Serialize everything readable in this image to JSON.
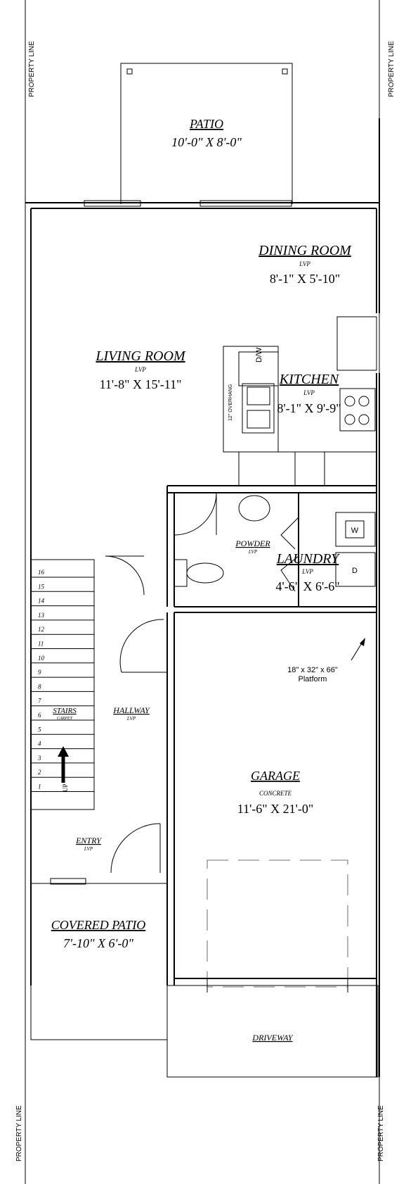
{
  "property_line_label": "PROPERTY LINE",
  "rooms": {
    "patio": {
      "name": "PATIO",
      "dims": "10'-0\" X 8'-0\""
    },
    "dining_room": {
      "name": "DINING ROOM",
      "floor": "LVP",
      "dims": "8'-1\" X 5'-10\""
    },
    "living_room": {
      "name": "LIVING ROOM",
      "floor": "LVP",
      "dims": "11'-8\" X 15'-11\""
    },
    "kitchen": {
      "name": "KITCHEN",
      "floor": "LVP",
      "dims": "8'-1\" X 9'-9\""
    },
    "powder": {
      "name": "POWDER",
      "floor": "LVP"
    },
    "laundry": {
      "name": "LAUNDRY",
      "floor": "LVP",
      "dims": "4'-6\" X 6'-6\""
    },
    "stairs": {
      "name": "STAIRS",
      "floor": "CARPET",
      "up": "UP"
    },
    "hallway": {
      "name": "HALLWAY",
      "floor": "LVP"
    },
    "entry": {
      "name": "ENTRY",
      "floor": "LVP"
    },
    "garage": {
      "name": "GARAGE",
      "floor": "CONCRETE",
      "dims": "11'-6\" X 21'-0\""
    },
    "covered_patio": {
      "name": "COVERED PATIO",
      "dims": "7'-10\" X 6'-0\""
    },
    "driveway": {
      "name": "DRIVEWAY"
    }
  },
  "fixtures": {
    "dishwasher": "D/W",
    "overhang": "12\" OVERHANG",
    "washer": "W",
    "dryer": "D"
  },
  "platform_note": {
    "line1": "18\" x 32\" x 66\"",
    "line2": "Platform"
  },
  "stair_steps": [
    "16",
    "15",
    "14",
    "13",
    "12",
    "11",
    "10",
    "9",
    "8",
    "7",
    "6",
    "5",
    "4",
    "3",
    "2",
    "1"
  ]
}
